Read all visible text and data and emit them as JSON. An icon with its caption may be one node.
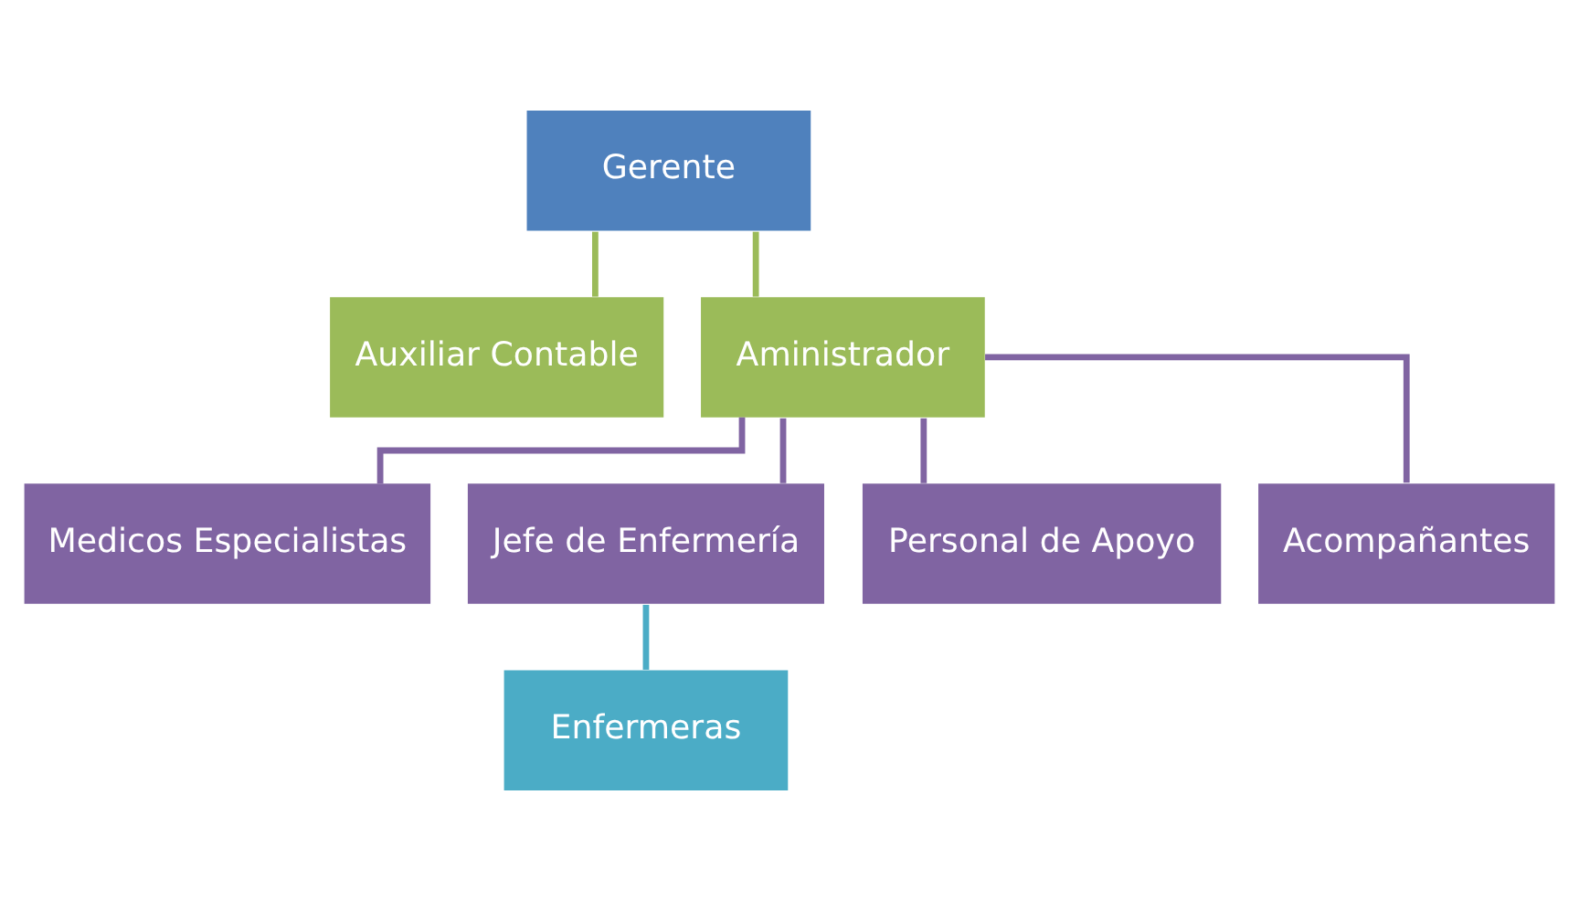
{
  "diagram": {
    "nodes": [
      {
        "text": [
          "Gerente"
        ]
      },
      {
        "text": [
          "Auxiliar Contable"
        ]
      },
      {
        "text": [
          "Aministrador"
        ]
      },
      {
        "text": [
          "Medicos Especialistas"
        ]
      },
      {
        "text": [
          "Jefe de Enfermería"
        ]
      },
      {
        "text": [
          "Personal de Apoyo"
        ]
      },
      {
        "text": [
          "Acompañantes"
        ]
      },
      {
        "text": [
          "Enfermeras"
        ]
      }
    ],
    "edges": [
      {
        "from": 0,
        "to": 1,
        "arrow": "none",
        "color": "#9bbb59"
      },
      {
        "from": 0,
        "to": 2,
        "arrow": "none",
        "color": "#9bbb59"
      },
      {
        "from": 2,
        "to": 3,
        "arrow": "none"
      },
      {
        "from": 2,
        "to": 4,
        "arrow": "none"
      },
      {
        "from": 2,
        "to": 5,
        "arrow": "none"
      },
      {
        "from": 2,
        "to": 6,
        "arrow": "none"
      },
      {
        "from": 4,
        "to": 7,
        "arrow": "none",
        "color": "#4bacc6"
      }
    ]
  }
}
